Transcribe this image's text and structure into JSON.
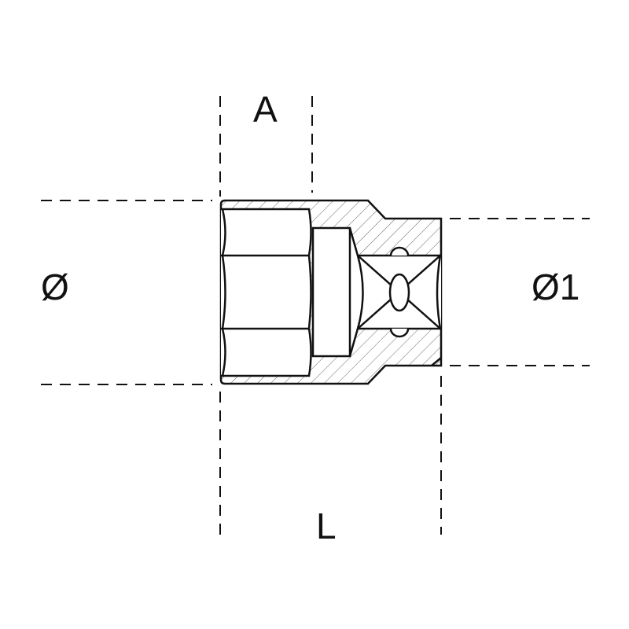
{
  "labels": {
    "A": "A",
    "diameter": "Ø",
    "diameter1": "Ø1",
    "L": "L"
  },
  "colors": {
    "line": "#111111",
    "hatch": "#555555",
    "background": "#ffffff"
  }
}
